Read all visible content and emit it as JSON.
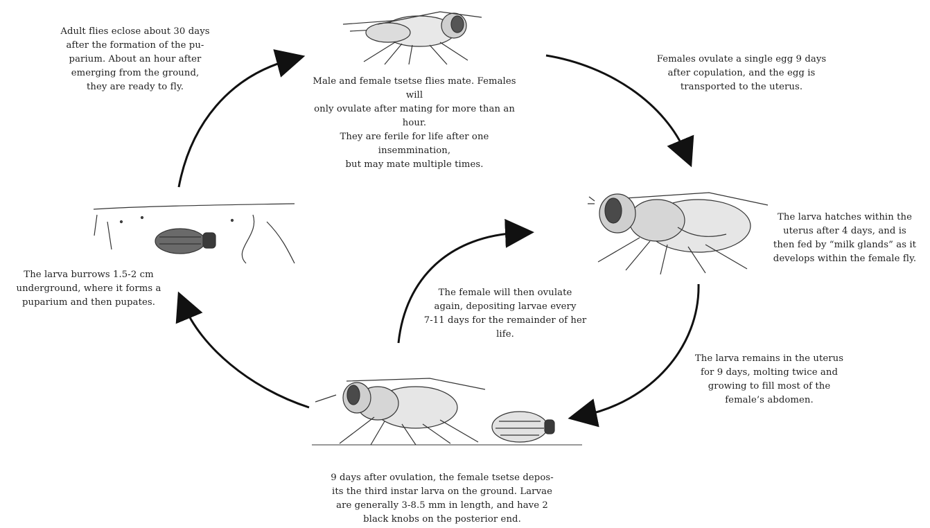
{
  "captions": {
    "mating": "Male and female tsetse flies mate. Females will\nonly ovulate after mating for more than an hour.\nThey are ferile for life after one insemmination,\nbut may mate multiple times.",
    "ovulate": "Females ovulate a single egg 9 days\nafter copulation, and the egg is\ntransported to the uterus.",
    "hatch": "The larva hatches within the\nuterus after 4 days, and is\nthen fed by “milk glands” as it\ndevelops within the female fly.",
    "remain": "The larva remains in the uterus\nfor 9 days, molting twice and\ngrowing to fill most of the\nfemale’s abdomen.",
    "deposit": "9 days after ovulation, the female tsetse depos-\nits the third instar larva on the ground. Larvae\nare generally 3-8.5 mm in length, and have 2\nblack knobs on the posterior end.",
    "repeat": "The female will then ovulate\nagain, depositing larvae every\n7-11 days for the remainder of her\nlife.",
    "burrow": "The larva burrows 1.5-2 cm\nunderground, where it forms a\npuparium and then pupates.",
    "eclose": "Adult flies eclose about 30 days\nafter the formation of the pu-\nparium. About an hour after\nemerging from the ground,\nthey are ready to fly."
  },
  "illustrations": {
    "top": "mating-flies-illustration",
    "right": "pregnant-female-illustration",
    "bottom": "female-and-larva-illustration",
    "left": "puparium-underground-illustration"
  },
  "colors": {
    "arrow": "#111111",
    "ink": "#1e1e1e",
    "larva_dark": "#3a3a3a"
  }
}
